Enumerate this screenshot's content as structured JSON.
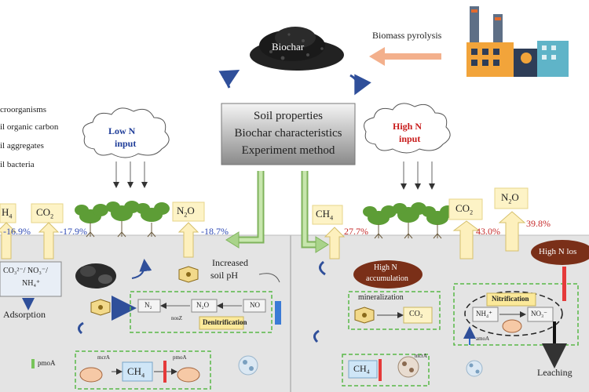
{
  "top": {
    "biochar_label": "Biochar",
    "pyrolysis_label": "Biomass pyrolysis"
  },
  "center_box": {
    "line1": "Soil properties",
    "line2": "Biochar characteristics",
    "line3": "Experiment method"
  },
  "left_list": {
    "item1": "croorganisms",
    "item2": "il organic carbon",
    "item3": "il aggregates",
    "item4": "il bacteria"
  },
  "left": {
    "cloud_line1": "Low N",
    "cloud_line2": "input",
    "ch4_label": "H",
    "ch4_sub": "4",
    "co2_label": "CO",
    "co2_sub": "2",
    "n2o_label": "N",
    "n2o_sub": "2",
    "n2o_tail": "O",
    "pct_ch4": "-16.9%",
    "pct_co2": "-17.9%",
    "pct_n2o": "-18.7%",
    "increased_line1": "Increased",
    "increased_line2": "soil pH",
    "ions_line1": "CO₃²⁻/ NO₃⁻/",
    "ions_line2": "NH₄⁺",
    "adsorption": "Adsorption",
    "chain_n2": "N₂",
    "chain_n2o": "N₂O",
    "chain_no": "NO",
    "denitrification": "Denitrification",
    "nos_label": "nosZ",
    "ch4_bottom_label": "CH",
    "ch4_bottom_sub": "4",
    "legend_text": "pmoA",
    "mcr_label": "mcrA",
    "pmo_label": "pmoA"
  },
  "right": {
    "cloud_line1": "High N",
    "cloud_line2": "input",
    "ch4_label": "CH",
    "ch4_sub": "4",
    "co2_label": "CO",
    "co2_sub": "2",
    "n2o_label": "N",
    "n2o_sub": "2",
    "n2o_tail": "O",
    "pct_ch4": "27.7%",
    "pct_co2": "43.0%",
    "pct_n2o": "39.8%",
    "high_n_accum_line1": "High N",
    "high_n_accum_line2": "accumulation",
    "high_n_loss": "High N los",
    "mineralization": "mineralization",
    "co2_box": "CO₂",
    "nitrification": "Nitrification",
    "nh4": "NH₄⁺",
    "no3": "NO₃⁻",
    "amo_label": "amoA",
    "ch4_box": "CH₄",
    "mcr_label": "mcrA",
    "leaching": "Leaching"
  },
  "colors": {
    "ground": "#e4e4e4",
    "gas_box": "#fdf3c6",
    "gas_arrow": "#fdf0bd",
    "arrow_stroke": "#d6c06b",
    "green_arrow": "#a9d38a",
    "orange_arrow": "#f3b08c",
    "blue_curve": "#2f4f9a",
    "accum_oval": "#7a2f18",
    "dashed_green": "#58b847",
    "low_n_text": "#1f3d99",
    "high_n_text": "#c81b1b",
    "neg_pct": "#2f4ab5",
    "pos_pct": "#c62a2a",
    "ion_box": "#cfe6f7"
  },
  "icons": {
    "biochar": "biochar-pile-icon",
    "factory": "factory-icon",
    "cloud": "cloud-icon",
    "plant": "plant-icon",
    "microbe": "microbe-icon",
    "enzyme": "enzyme-icon"
  }
}
